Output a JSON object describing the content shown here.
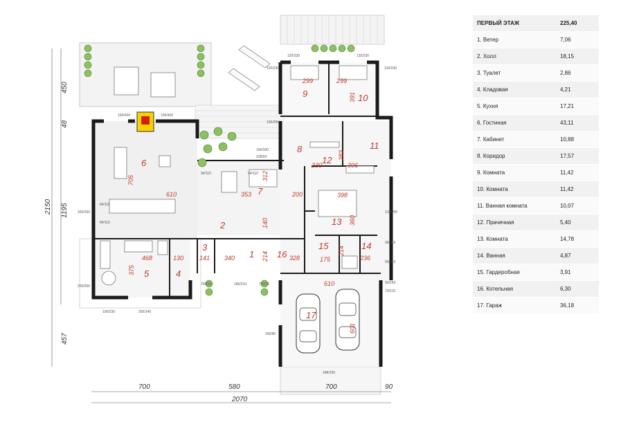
{
  "legend": {
    "title": "ПЕРВЫЙ ЭТАЖ",
    "total": "225,40",
    "rooms": [
      {
        "label": "1. Ветер",
        "area": "7,06"
      },
      {
        "label": "2. Холл",
        "area": "18,15"
      },
      {
        "label": "3. Туалет",
        "area": "2,86"
      },
      {
        "label": "4. Кладовая",
        "area": "4,21"
      },
      {
        "label": "5. Кухня",
        "area": "17,21"
      },
      {
        "label": "6. Гостиная",
        "area": "43,11"
      },
      {
        "label": "7. Кабинет",
        "area": "10,88"
      },
      {
        "label": "8. Коридор",
        "area": "17,57"
      },
      {
        "label": "9. Комната",
        "area": "11,42"
      },
      {
        "label": "10. Комната",
        "area": "11,42"
      },
      {
        "label": "11. Ванная комната",
        "area": "10,07"
      },
      {
        "label": "12. Прачечная",
        "area": "5,40"
      },
      {
        "label": "13. Комната",
        "area": "14,78"
      },
      {
        "label": "14. Ванная",
        "area": "4,87"
      },
      {
        "label": "15. Гардеробная",
        "area": "3,91"
      },
      {
        "label": "16. Котельная",
        "area": "6,30"
      },
      {
        "label": "17. Гараж",
        "area": "36,18"
      }
    ]
  },
  "plan": {
    "room_numbers": [
      "1",
      "2",
      "3",
      "4",
      "5",
      "6",
      "7",
      "8",
      "9",
      "10",
      "11",
      "12",
      "13",
      "14",
      "15",
      "16",
      "17"
    ],
    "inner_dims": [
      "610",
      "705",
      "353",
      "312",
      "200",
      "140",
      "468",
      "375",
      "130",
      "141",
      "340",
      "214",
      "328",
      "175",
      "236",
      "610",
      "601",
      "299",
      "299",
      "391",
      "230",
      "283",
      "306",
      "398",
      "360",
      "214"
    ],
    "ext_dims_bottom": [
      "700",
      "580",
      "700",
      "90",
      "2070"
    ],
    "ext_dims_left": [
      "450",
      "48",
      "1195",
      "2150",
      "457"
    ],
    "window_labels": [
      "120/230",
      "120/230",
      "120/230",
      "120/230",
      "100/420",
      "100/420",
      "100/200",
      "100/200",
      "228/93",
      "200/250",
      "210/250",
      "90/210",
      "90/210",
      "84/110",
      "84/110",
      "94/110",
      "94/110",
      "200/250",
      "90/150",
      "70/210",
      "180/210",
      "70/210",
      "70/210",
      "100/230",
      "200/140",
      "200/80",
      "348/230"
    ]
  }
}
